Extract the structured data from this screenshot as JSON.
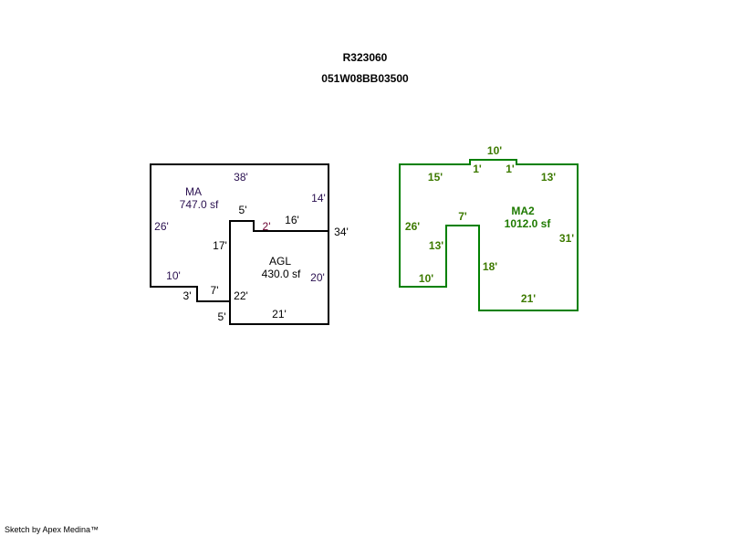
{
  "header": {
    "account": "R323060",
    "parcel": "051W08BB03500"
  },
  "sketch1": {
    "ma": {
      "name": "MA",
      "area": "747.0 sf"
    },
    "agl": {
      "name": "AGL",
      "area": "430.0 sf"
    },
    "dims": {
      "top": "38'",
      "left": "26'",
      "right_upper": "14'",
      "right_total": "34'",
      "notch_top": "5'",
      "notch_side": "2'",
      "agl_top": "16'",
      "inner_left": "17'",
      "bottom_left": "10'",
      "step_side": "3'",
      "step_bottom": "7'",
      "agl_left": "22'",
      "agl_step": "5'",
      "agl_right": "20'",
      "agl_bottom": "21'"
    }
  },
  "sketch2": {
    "ma2": {
      "name": "MA2",
      "area": "1012.0 sf"
    },
    "dims": {
      "bump_top": "10'",
      "bump_left": "1'",
      "bump_right": "1'",
      "top_left": "15'",
      "top_right": "13'",
      "left": "26'",
      "inner_top": "7'",
      "inner_left": "13'",
      "bottom_left": "10'",
      "inner_right": "18'",
      "right": "31'",
      "bottom": "21'"
    }
  },
  "colors": {
    "sketch1_line": "#000000",
    "sketch2_line": "#008000"
  },
  "footer": "Sketch by Apex Medina™"
}
